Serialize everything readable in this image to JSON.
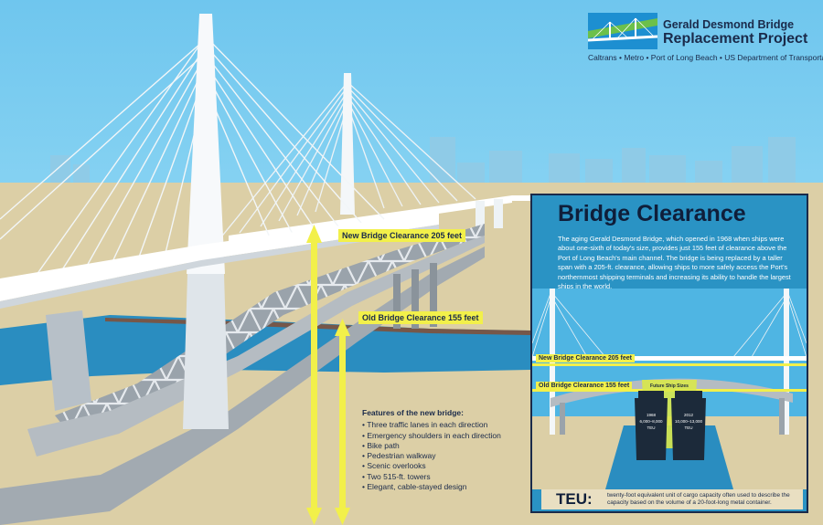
{
  "logo": {
    "title_line1": "Gerald Desmond Bridge",
    "title_line2": "Replacement Project",
    "partners": "Caltrans • Metro • Port of Long Beach • US Department of Transportation",
    "colors": {
      "dark": "#1a2a4a",
      "green": "#6cc04a",
      "blue": "#1d8fd1"
    }
  },
  "main": {
    "new_clearance_label": "New Bridge Clearance 205 feet",
    "old_clearance_label": "Old Bridge Clearance 155 feet",
    "features": {
      "heading": "Features of the new bridge:",
      "items": [
        "Three traffic lanes in each direction",
        "Emergency shoulders in each direction",
        "Bike path",
        "Pedestrian walkway",
        "Scenic overlooks",
        "Two 515-ft. towers",
        "Elegant, cable-stayed design"
      ]
    }
  },
  "panel": {
    "title": "Bridge Clearance",
    "description": "The aging Gerald Desmond Bridge, which opened in 1968 when ships were about one-sixth of today's size, provides just 155 feet of clearance above the Port of Long Beach's main channel. The bridge is being replaced by a taller span with a 205-ft. clearance, allowing ships to more safely access the Port's northernmost shipping terminals and increasing its ability to handle the largest ships in the world.",
    "new_clearance_label": "New Bridge Clearance 205 feet",
    "old_clearance_label": "Old Bridge Clearance 155 feet",
    "future_ship_label": "Future Ship Sizes",
    "ship_left": {
      "line1": "1968",
      "line2": "6,000–8,000",
      "line3": "TEU"
    },
    "ship_right": {
      "line1": "2012",
      "line2": "10,000–13,000",
      "line3": "TEU"
    },
    "teu_term": "TEU:",
    "teu_definition": "twenty-foot equivalent unit of cargo capacity often used to describe the capacity based on the volume of a 20-foot-long metal container."
  },
  "colors": {
    "sky": "#74c8ee",
    "land": "#dccfa6",
    "water": "#2a8dc0",
    "clearance_yellow": "#f2f04a",
    "panel_blue": "#2a93c4"
  }
}
